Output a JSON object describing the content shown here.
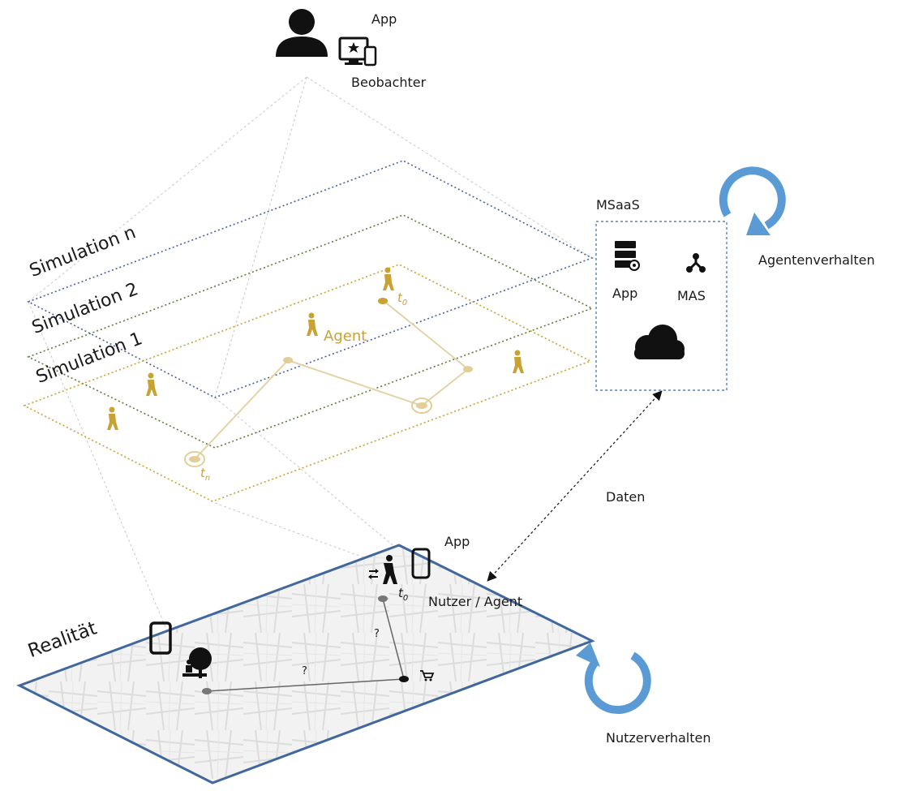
{
  "observer": {
    "app_label": "App",
    "role_label": "Beobachter"
  },
  "layers": [
    {
      "label": "Simulation n",
      "color": "#4a5fa0"
    },
    {
      "label": "Simulation 2",
      "color": "#5e7a3a"
    },
    {
      "label": "Simulation 1",
      "color": "#c8a233"
    }
  ],
  "agent_label": "Agent",
  "time_start": "t",
  "time_start_sub": "0",
  "time_end": "t",
  "time_end_sub": "n",
  "msaas": {
    "title": "MSaaS",
    "app_label": "App",
    "mas_label": "MAS"
  },
  "agent_behavior_label": "Agentenverhalten",
  "data_label": "Daten",
  "reality": {
    "label": "Realität",
    "app_label": "App",
    "user_label": "Nutzer / Agent",
    "time_label": "t",
    "time_sub": "0",
    "question_1": "?",
    "question_2": "?"
  },
  "user_behavior_label": "Nutzerverhalten",
  "colors": {
    "agent_gold": "#c8a233",
    "cycle_blue": "#5b9bd5",
    "reality_border": "#41689c"
  }
}
